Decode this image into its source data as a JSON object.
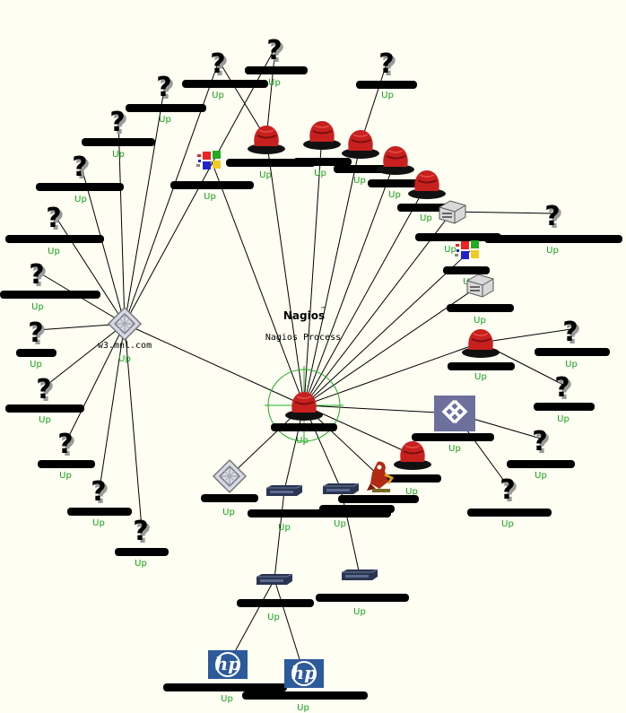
{
  "process": {
    "logo": "Nagios",
    "logo_mark": "™",
    "label": "Nagios Process"
  },
  "hub": {
    "label": "w3.mnl.com",
    "status": "Up"
  },
  "colors": {
    "status_up": "#18a018",
    "link": "#000000",
    "hub_ring": "#22aa22",
    "redhat": "#c8201e",
    "hp_blue": "#2d5a9a"
  },
  "hosts": [
    {
      "id": "c",
      "icon": "redhat",
      "status": "Up"
    },
    {
      "id": "w0",
      "icon": "unknown",
      "status": "Up"
    },
    {
      "id": "w1",
      "icon": "unknown",
      "status": "Up"
    },
    {
      "id": "w2",
      "icon": "unknown",
      "status": "Up"
    },
    {
      "id": "w3",
      "icon": "unknown",
      "status": "Up"
    },
    {
      "id": "w4",
      "icon": "unknown",
      "status": "Up"
    },
    {
      "id": "w5",
      "icon": "unknown",
      "status": "Up"
    },
    {
      "id": "w6",
      "icon": "unknown",
      "status": "Up"
    },
    {
      "id": "w7",
      "icon": "unknown",
      "status": "Up"
    },
    {
      "id": "w8",
      "icon": "unknown",
      "status": "Up"
    },
    {
      "id": "w9",
      "icon": "unknown",
      "status": "Up"
    },
    {
      "id": "w10",
      "icon": "unknown",
      "status": "Up"
    },
    {
      "id": "w11",
      "icon": "unknown",
      "status": "Up"
    },
    {
      "id": "w12",
      "icon": "unknown",
      "status": "Up"
    },
    {
      "id": "t1",
      "icon": "unknown",
      "status": "Up"
    },
    {
      "id": "t2",
      "icon": "unknown",
      "status": "Up"
    },
    {
      "id": "t3",
      "icon": "unknown",
      "status": "Up"
    },
    {
      "id": "n1",
      "icon": "windows",
      "status": "Up"
    },
    {
      "id": "n2",
      "icon": "redhat",
      "status": "Up"
    },
    {
      "id": "n3",
      "icon": "redhat",
      "status": "Up"
    },
    {
      "id": "n4",
      "icon": "redhat",
      "status": "Up"
    },
    {
      "id": "n5",
      "icon": "redhat",
      "status": "Up"
    },
    {
      "id": "n6",
      "icon": "redhat",
      "status": "Up"
    },
    {
      "id": "n7",
      "icon": "server",
      "status": "Up"
    },
    {
      "id": "n8",
      "icon": "windows",
      "status": "Up"
    },
    {
      "id": "n9",
      "icon": "server",
      "status": "Up"
    },
    {
      "id": "n10",
      "icon": "redhat",
      "status": "Up"
    },
    {
      "id": "e1",
      "icon": "unknown",
      "status": "Up"
    },
    {
      "id": "e2",
      "icon": "unknown",
      "status": "Up"
    },
    {
      "id": "e3",
      "icon": "unknown",
      "status": "Up"
    },
    {
      "id": "s1",
      "icon": "sun",
      "status": "Up"
    },
    {
      "id": "s2",
      "icon": "unknown",
      "status": "Up"
    },
    {
      "id": "s3",
      "icon": "unknown",
      "status": "Up"
    },
    {
      "id": "b1",
      "icon": "redhat",
      "status": "Up"
    },
    {
      "id": "b2",
      "icon": "freebsd",
      "status": "Up"
    },
    {
      "id": "d1",
      "icon": "diamond",
      "status": "Up"
    },
    {
      "id": "sw1",
      "icon": "switch",
      "status": "Up"
    },
    {
      "id": "sw2",
      "icon": "switch",
      "status": "Up"
    },
    {
      "id": "sw3",
      "icon": "switch",
      "status": "Up"
    },
    {
      "id": "sw4",
      "icon": "switch",
      "status": "Up"
    },
    {
      "id": "hp1",
      "icon": "hp",
      "status": "Up"
    },
    {
      "id": "hp2",
      "icon": "hp",
      "status": "Up"
    }
  ]
}
